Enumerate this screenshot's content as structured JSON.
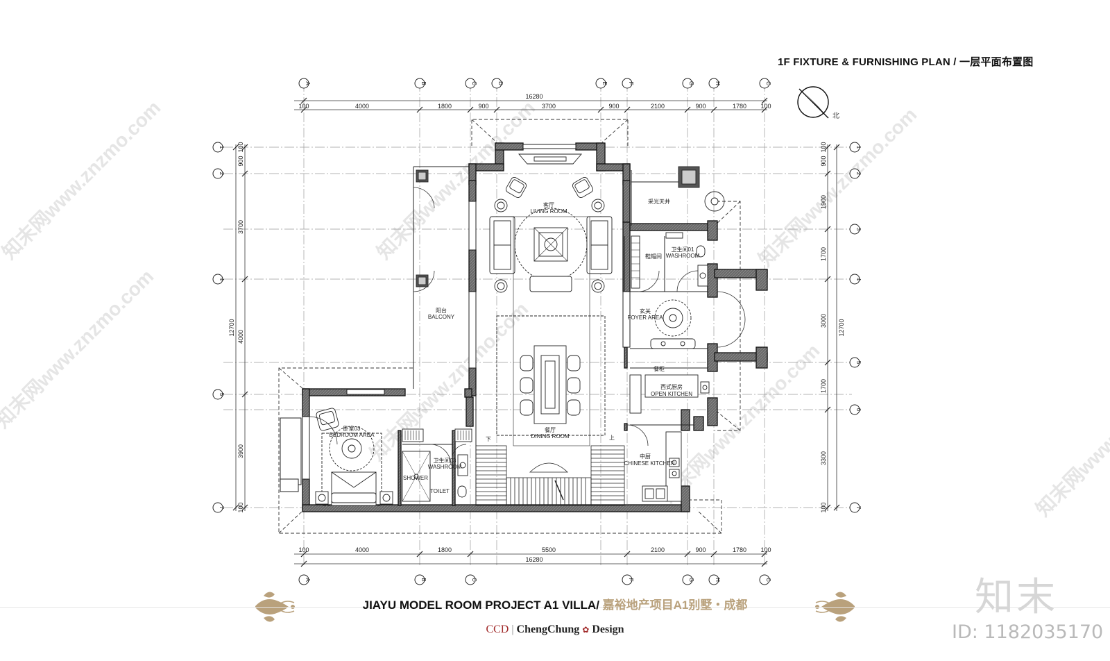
{
  "header": {
    "plan_title": "1F FIXTURE & FURNISHING PLAN /  一层平面布置图"
  },
  "grid": {
    "col_axes": [
      "A",
      "B",
      "C",
      "D",
      "E",
      "F",
      "G",
      "H",
      "C"
    ],
    "row_axes": [
      "1",
      "2",
      "3",
      "4",
      "5",
      "6",
      "7"
    ],
    "top_total": "16280",
    "top_dims": [
      "100",
      "4000",
      "1800",
      "900",
      "3700",
      "900",
      "2100",
      "900",
      "1780",
      "100"
    ],
    "bottom_total": "16280",
    "bottom_dims": [
      "100",
      "4000",
      "1800",
      "5500",
      "2100",
      "900",
      "1780",
      "100"
    ],
    "left_total": "12700",
    "left_dims": [
      "100",
      "900",
      "3700",
      "4000",
      "3900",
      "100"
    ],
    "right_total": "12700",
    "right_dims": [
      "100",
      "900",
      "1900",
      "1700",
      "3000",
      "1700",
      "3300",
      "100"
    ]
  },
  "north_label": "北",
  "rooms": [
    {
      "cn": "客厅",
      "en": "LIVING ROOM"
    },
    {
      "cn": "阳台",
      "en": "BALCONY"
    },
    {
      "cn": "采光天井",
      "en": ""
    },
    {
      "cn": "卫生间01",
      "en": "WASHROOM"
    },
    {
      "cn": "鞋帽间",
      "en": ""
    },
    {
      "cn": "玄关",
      "en": "FOYER AREA"
    },
    {
      "cn": "餐柜",
      "en": ""
    },
    {
      "cn": "西式厨房",
      "en": "OPEN KITCHEN"
    },
    {
      "cn": "餐厅",
      "en": "DINING ROOM"
    },
    {
      "cn": "中厨",
      "en": "CHINESE KITCHEN"
    },
    {
      "cn": "卧室03",
      "en": "BEDROOM AREA"
    },
    {
      "cn": "卫生间03",
      "en": "WASHROOM"
    },
    {
      "cn": "",
      "en": "SHOWER"
    },
    {
      "cn": "",
      "en": "TOILET"
    }
  ],
  "stair_marks": {
    "down": "下",
    "up": "上"
  },
  "footer": {
    "project_en": "JIAYU MODEL ROOM PROJECT A1 VILLA/",
    "project_cn": " 嘉裕地产项目A1别墅・成都",
    "brand_ccd": "CCD",
    "brand_sep": "|",
    "brand_name1": "ChengChung",
    "brand_dot": "✿",
    "brand_name2": "Design"
  },
  "watermark": {
    "logo": "知末",
    "id": "ID: 1182035170",
    "diagonal": "知末网www.znzmo.com"
  },
  "colors": {
    "wall": "#555555",
    "line": "#222222",
    "gold": "#b9a17c",
    "accent_red": "#a12a2a"
  }
}
